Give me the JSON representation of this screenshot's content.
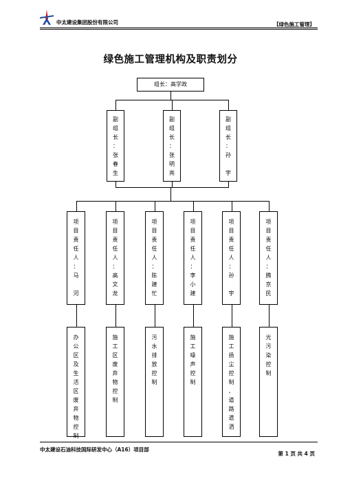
{
  "header": {
    "company": "中太建设集团股份有限公司",
    "section": "【绿色施工管理】"
  },
  "title": "绿色施工管理机构及职责划分",
  "leader": "组长：高学政",
  "deputies": [
    [
      "副",
      "组",
      "长",
      "：",
      "张",
      "春",
      "生"
    ],
    [
      "副",
      "组",
      "长",
      "：",
      "张",
      "明",
      "亮"
    ],
    [
      "副",
      "组",
      "长",
      "：",
      "孙",
      "",
      "宇"
    ]
  ],
  "managers": [
    [
      "项",
      "目",
      "责",
      "任",
      "人",
      "：",
      "马",
      "",
      "河"
    ],
    [
      "项",
      "目",
      "责",
      "任",
      "人",
      "：",
      "高",
      "文",
      "龙"
    ],
    [
      "项",
      "目",
      "责",
      "任",
      "人",
      "：",
      "陈",
      "建",
      "忙"
    ],
    [
      "项",
      "目",
      "责",
      "任",
      "人",
      "：",
      "李",
      "小",
      "建"
    ],
    [
      "项",
      "目",
      "责",
      "任",
      "人",
      "：",
      "孙",
      "",
      "宇"
    ],
    [
      "项",
      "目",
      "责",
      "任",
      "人",
      "：",
      "腾",
      "京",
      "民"
    ]
  ],
  "duties": [
    [
      "办",
      "公",
      "区",
      "及",
      "生",
      "活",
      "区",
      "废",
      "弃",
      "物",
      "控",
      "制"
    ],
    [
      "施",
      "工",
      "区",
      "废",
      "弃",
      "物",
      "控",
      "制"
    ],
    [
      "污",
      "水",
      "排",
      "放",
      "控",
      "制"
    ],
    [
      "施",
      "工",
      "噪",
      "声",
      "控",
      "制"
    ],
    [
      "施",
      "工",
      "扬",
      "尘",
      "控",
      "制",
      "、",
      "道",
      "路",
      "遗",
      "洒"
    ],
    [
      "光",
      "污",
      "染",
      "控",
      "制"
    ]
  ],
  "footer": {
    "left": "中太建设石油科技国际研发中心（A16）项目部",
    "right": "第 1 页 共 4 页"
  },
  "colors": {
    "logo_red": "#c8161d",
    "logo_blue": "#1d4a9c"
  }
}
